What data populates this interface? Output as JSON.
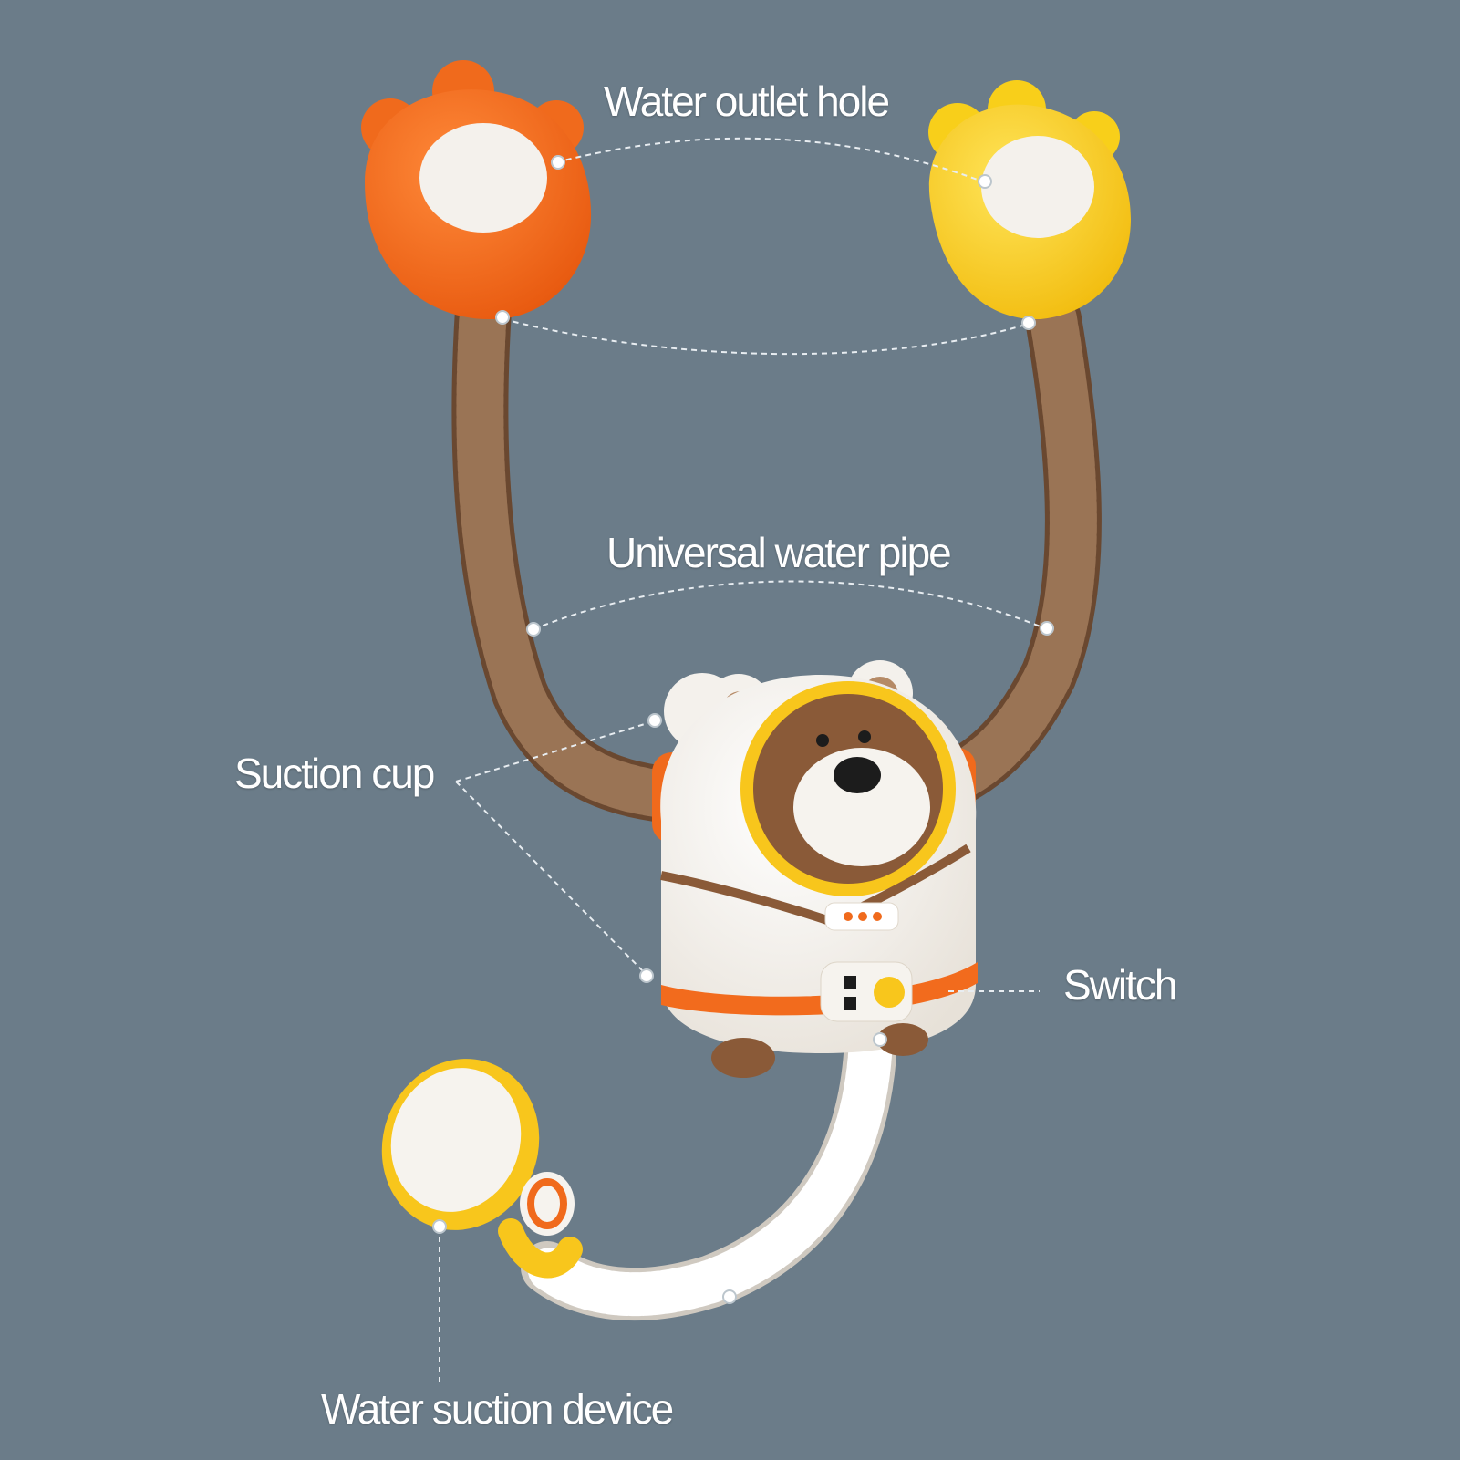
{
  "labels": {
    "water_outlet_hole": "Water outlet hole",
    "universal_water_pipe": "Universal water pipe",
    "suction_cup": "Suction cup",
    "switch": "Switch",
    "water_suction_device": "Water suction device"
  },
  "colors": {
    "background": "#6b7c89",
    "orange_head": "#f06a1c",
    "yellow_head": "#f8cf1a",
    "pipe_brown": "#8a6448",
    "body_white": "#f6f3ee",
    "bear_brown": "#8a5a38",
    "accent_orange": "#f26b1d",
    "callout_line": "#e8edf1"
  }
}
